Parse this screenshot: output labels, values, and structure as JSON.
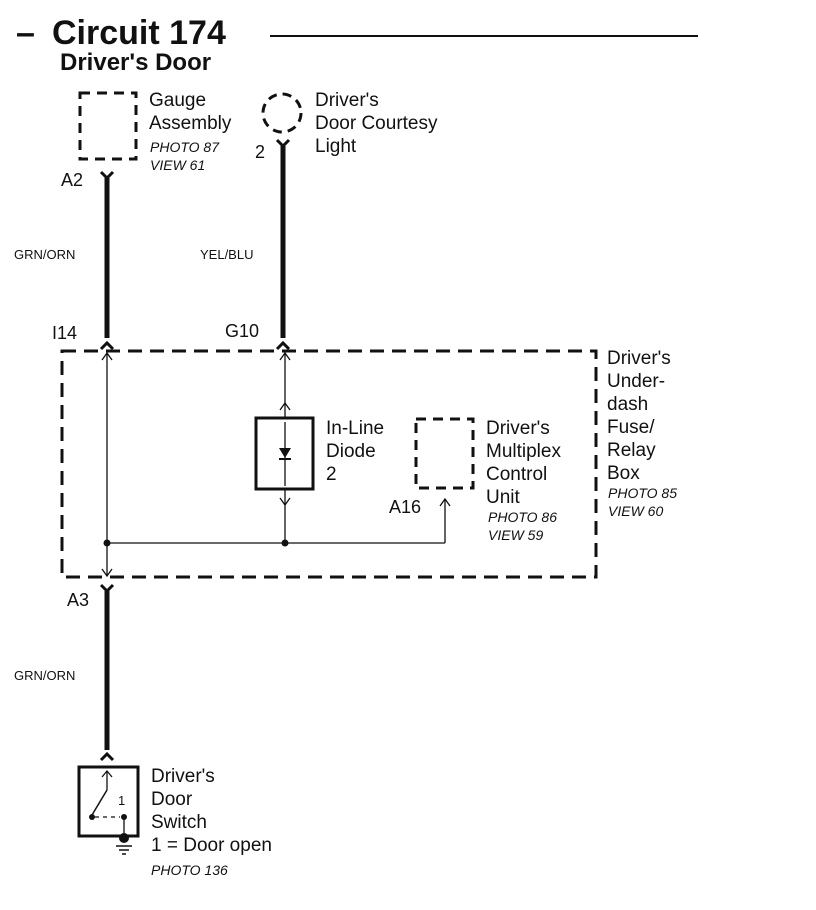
{
  "header": {
    "title": "Circuit 174",
    "subtitle": "Driver's Door",
    "dash": "–"
  },
  "components": {
    "gauge": {
      "lines": [
        "Gauge",
        "Assembly"
      ],
      "photo": "PHOTO 87",
      "view": "VIEW 61"
    },
    "courtesy_light": {
      "lines": [
        "Driver's",
        "Door Courtesy",
        "Light"
      ],
      "pin": "2"
    },
    "fuse_box": {
      "lines": [
        "Driver's",
        "Under-",
        "dash",
        "Fuse/",
        "Relay",
        "Box"
      ],
      "photo": "PHOTO 85",
      "view": "VIEW 60"
    },
    "diode": {
      "lines": [
        "In-Line",
        "Diode",
        "2"
      ]
    },
    "mcu": {
      "lines": [
        "Driver's",
        "Multiplex",
        "Control",
        "Unit"
      ],
      "photo": "PHOTO 86",
      "view": "VIEW 59",
      "pin": "A16"
    },
    "door_switch": {
      "lines": [
        "Driver's",
        "Door",
        "Switch",
        "1 = Door open"
      ],
      "photo": "PHOTO 136",
      "position": "1"
    }
  },
  "connectors": {
    "gauge_pin": "A2",
    "fuse_in_left": "I14",
    "fuse_in_right": "G10",
    "fuse_out": "A3"
  },
  "wires": {
    "upper_left": "GRN/ORN",
    "upper_right": "YEL/BLU",
    "lower_left": "GRN/ORN"
  }
}
